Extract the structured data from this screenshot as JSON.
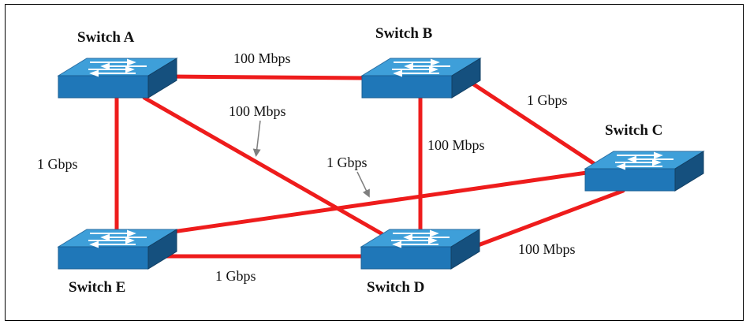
{
  "colors": {
    "link": "#ee1c1c",
    "switch_top": "#3e9fd9",
    "switch_front": "#1f77b8",
    "switch_side": "#15507e",
    "arrow": "#7f7f7f"
  },
  "switches": {
    "a": "Switch A",
    "b": "Switch B",
    "c": "Switch C",
    "d": "Switch D",
    "e": "Switch E"
  },
  "links": {
    "a_b": "100 Mbps",
    "a_d": "100 Mbps",
    "a_e": "1 Gbps",
    "b_c": "1 Gbps",
    "b_d": "100 Mbps",
    "c_e": "1 Gbps",
    "c_d": "100 Mbps",
    "e_d": "1 Gbps"
  }
}
